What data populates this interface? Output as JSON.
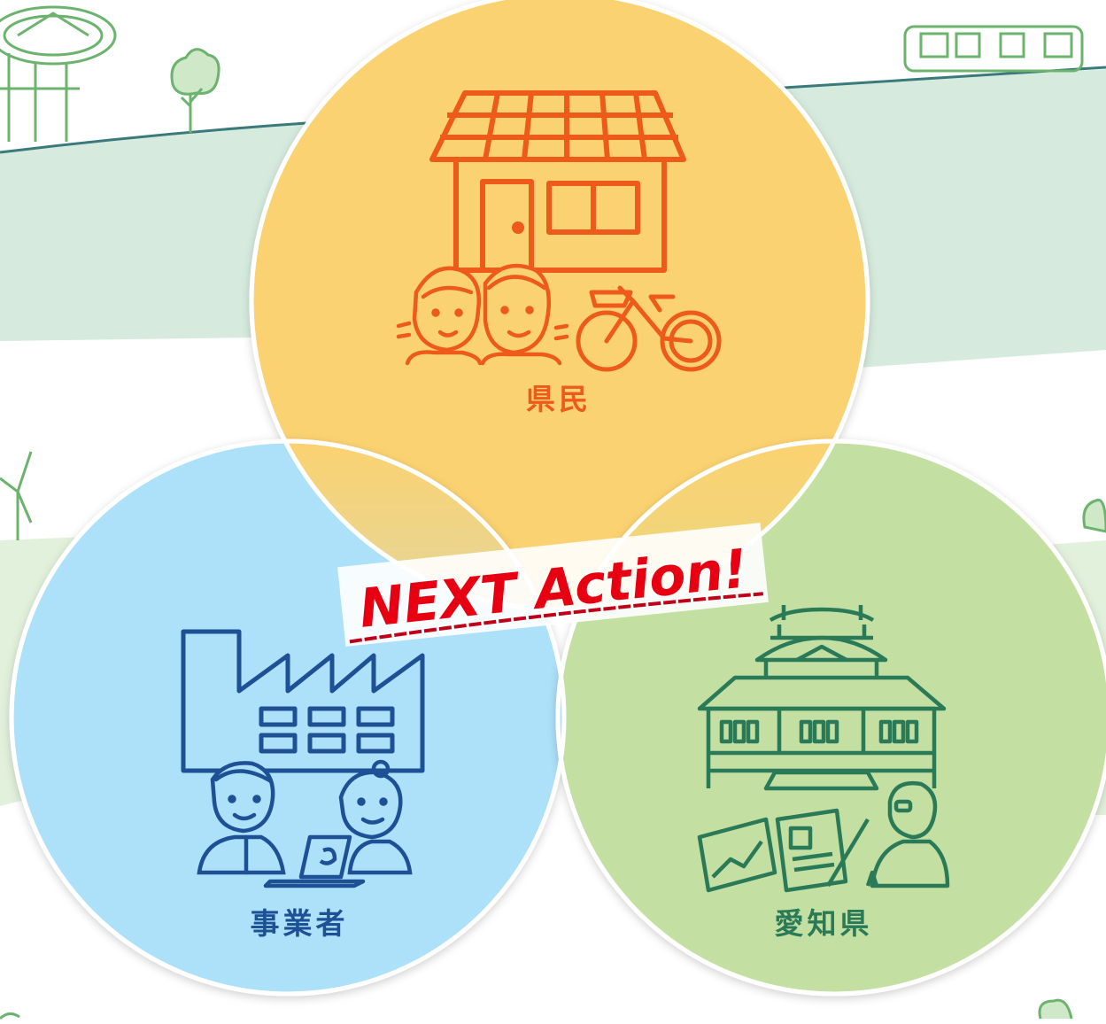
{
  "title": "NEXT Action!",
  "circles": {
    "top": {
      "label": "県民",
      "fill": "#fbd271",
      "stroke": "#ed5a1a"
    },
    "left": {
      "label": "事業者",
      "fill": "#ade0f9",
      "stroke": "#1e5095"
    },
    "right": {
      "label": "愛知県",
      "fill": "#c3e0a2",
      "stroke": "#2a7a57"
    }
  },
  "colors": {
    "background": "#ffffff",
    "band": "#d6ebde",
    "band_lower": "#e2f1dc",
    "landscape_line": "#5aa56a",
    "title": "#e60012",
    "title_underline": "#c00018"
  },
  "icons": {
    "top": [
      "house-solar-icon",
      "couple-icon",
      "bicycle-icon"
    ],
    "left": [
      "factory-icon",
      "business-people-icon",
      "laptop-icon"
    ],
    "right": [
      "castle-government-icon",
      "chart-icon",
      "document-icon",
      "official-person-icon"
    ],
    "background": [
      "observation-tower-icon",
      "tree-icon",
      "wind-turbine-icon",
      "tram-icon"
    ]
  }
}
